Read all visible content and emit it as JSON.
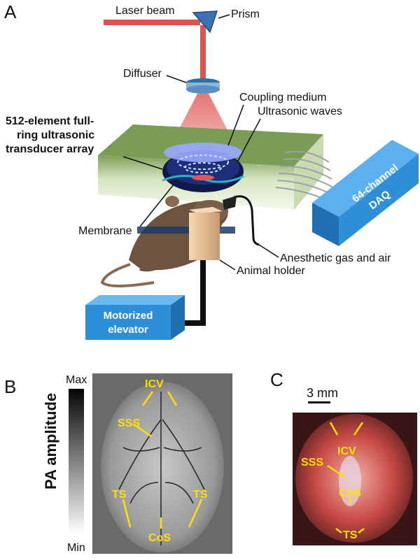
{
  "panels": {
    "a": "A",
    "b": "B",
    "c": "C"
  },
  "setup": {
    "laser_beam": "Laser beam",
    "prism": "Prism",
    "diffuser": "Diffuser",
    "coupling_medium": "Coupling medium",
    "ultrasonic_waves": "Ultrasonic waves",
    "transducer_line1": "512-element full-",
    "transducer_line2": "ring ultrasonic",
    "transducer_line3": "transducer array",
    "membrane": "Membrane",
    "anesthetic": "Anesthetic gas and air",
    "animal_holder": "Animal holder",
    "daq_line1": "64-channel",
    "daq_line2": "DAQ",
    "elevator_line1": "Motorized",
    "elevator_line2": "elevator"
  },
  "colorbar": {
    "max": "Max",
    "min": "Min",
    "label": "PA amplitude"
  },
  "pa_image": {
    "icv": "ICV",
    "sss": "SSS",
    "ts_left": "TS",
    "ts_right": "TS",
    "cos": "CoS"
  },
  "photo": {
    "scale": "3 mm",
    "icv": "ICV",
    "sss": "SSS",
    "cos": "CoS",
    "ts": "TS"
  },
  "colors": {
    "laser": "#d9534f",
    "box": "#2f8fd6",
    "label": "#ffe000"
  }
}
